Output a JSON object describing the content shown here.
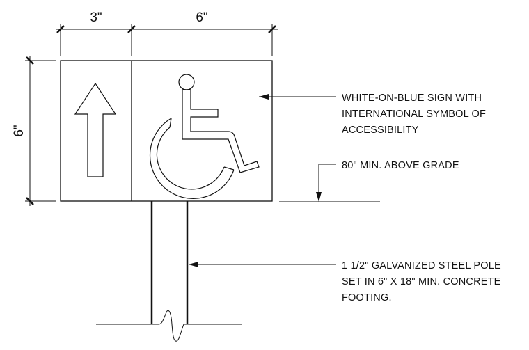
{
  "dimensions": {
    "arrow_panel_width": "3\"",
    "symbol_panel_width": "6\"",
    "sign_height": "6\""
  },
  "notes": {
    "sign_note": [
      "WHITE-ON-BLUE SIGN WITH",
      "INTERNATIONAL SYMBOL OF",
      "ACCESSIBILITY"
    ],
    "height_note": "80\" MIN. ABOVE GRADE",
    "pole_note": [
      "1 1/2\" GALVANIZED STEEL POLE",
      "SET IN 6\" X 18\" MIN. CONCRETE",
      "FOOTING."
    ]
  },
  "icons": {
    "direction_arrow": "up-arrow-icon",
    "symbol": "wheelchair-accessibility-icon"
  }
}
